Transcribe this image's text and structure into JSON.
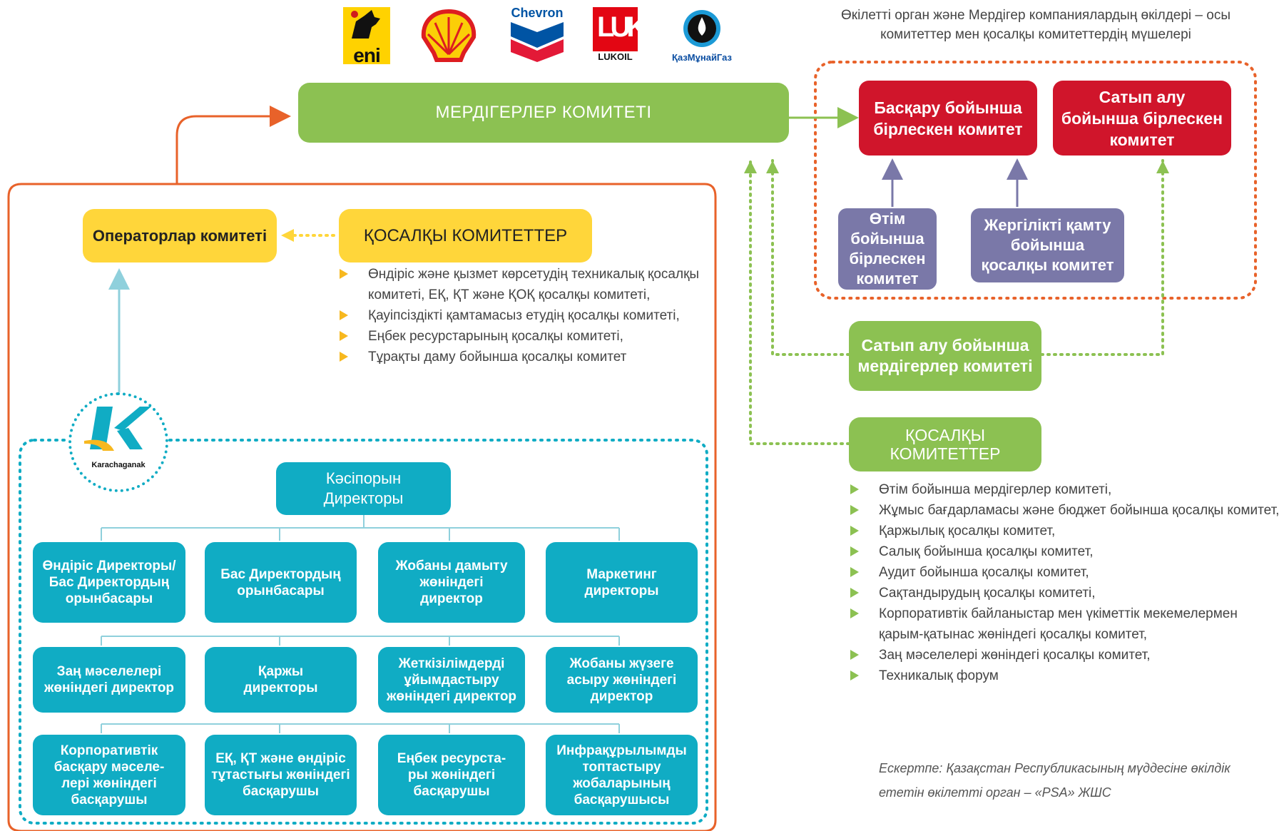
{
  "top_note": "Өкілетті орган және Мердігер компаниялардың өкілдері – осы комитеттер мен қосалқы комитеттердің мүшелері",
  "logos": {
    "eni": "eni",
    "shell": "shell-logo",
    "chevron": "Chevron",
    "lukoil": "LUKOIL",
    "kmg": "ҚазМұнайГаз",
    "karachaganak": "Karachaganak"
  },
  "contractors_committee": "МЕРДІГЕРЛЕР КОМИТЕТІ",
  "joint_management_committee": "Басқару бойынша бірлескен комитет",
  "joint_procurement_committee": "Сатып алу бойынша бірлескен комитет",
  "joint_marketing_committee": "Өтім бойынша бірлескен комитет",
  "local_content_subcommittee": "Жергілікті қамту бойынша қосалқы комитет",
  "contractors_procurement_committee": "Сатып алу бойынша мердігерлер комитеті",
  "subcommittees_right": {
    "title": "ҚОСАЛҚЫ КОМИТЕТТЕР",
    "items": [
      "Өтім бойынша мердігерлер комитеті,",
      "Жұмыс бағдарламасы және бюджет бойынша қосалқы комитет,",
      "Қаржылық қосалқы комитет,",
      "Салық бойынша қосалқы комитет,",
      "Аудит бойынша қосалқы комитет,",
      "Сақтандырудың қосалқы комитеті,",
      "Корпоративтік байланыстар мен үкіметтік мекемелермен қарым-қатынас жөніндегі қосалқы комитет,",
      "Заң мәселелері жөніндегі қосалқы комитет,",
      "Техникалық форум"
    ]
  },
  "note": "Ескертпе: Қазақстан Республикасының мүддесіне өкілдік ететін өкілетті орган – «PSA» ЖШС",
  "operators_committee": "Операторлар комитеті",
  "subcommittees_left": {
    "title": "ҚОСАЛҚЫ КОМИТЕТТЕР",
    "items": [
      "Өндіріс және қызмет көрсетудің техникалық қосалқы комитеті, ЕҚ, ҚТ және ҚОҚ қосалқы комитеті,",
      "Қауіпсіздікті қамтамасыз етудің қосалқы комитеті,",
      "Еңбек ресурстарының қосалқы комитеті,",
      "Тұрақты даму бойынша қосалқы комитет"
    ]
  },
  "org": {
    "ceo": "Кәсіпорын Директоры",
    "row1": [
      "Өндіріс Директоры/ Бас Директордың орынбасары",
      "Бас Директордың орынбасары",
      "Жобаны дамыту жөніндегі директор",
      "Маркетинг директоры"
    ],
    "row2": [
      "Заң мәселелері жөніндегі директор",
      "Қаржы директоры",
      "Жеткізілімдерді ұйымдастыру жөніндегі директор",
      "Жобаны жүзеге асыру жөніндегі директор"
    ],
    "row3": [
      "Корпоративтік басқару мәселе-лері жөніндегі басқарушы",
      "ЕҚ, ҚТ және өндіріс тұтастығы жөніндегі басқарушы",
      "Еңбек ресурста-ры жөніндегі басқарушы",
      "Инфрақұрылымды топтастыру жобаларының басқарушысы"
    ]
  },
  "colors": {
    "green": "#8cc152",
    "red": "#d0152b",
    "purple": "#7a78a8",
    "yellow": "#ffd63a",
    "teal": "#10acc4",
    "orange": "#e8622a"
  }
}
